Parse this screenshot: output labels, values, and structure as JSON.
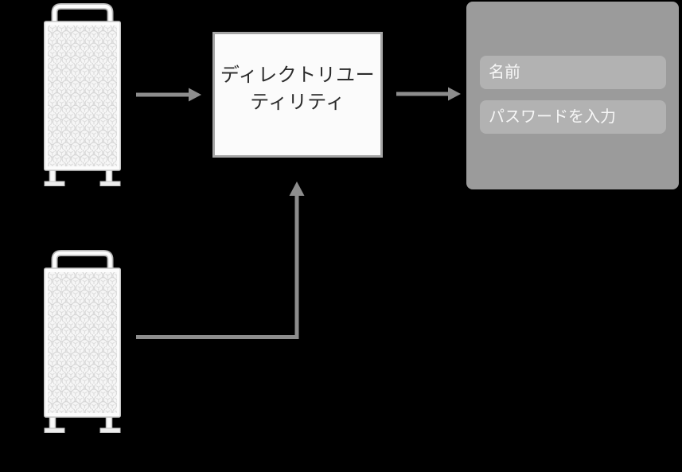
{
  "directory_utility": {
    "line1": "ディレクトリユー",
    "line2": "ティリティ"
  },
  "login_panel": {
    "name_placeholder": "名前",
    "password_placeholder": "パスワードを入力"
  },
  "icons": {
    "mac_pro_top": "mac-pro-tower-icon",
    "mac_pro_bottom": "mac-pro-tower-icon",
    "arrow_top": "arrow-right-icon",
    "arrow_to_panel": "arrow-right-icon",
    "arrow_elbow": "arrow-up-elbow-icon"
  },
  "colors": {
    "background": "#000000",
    "arrow": "#8d8d8d",
    "panel": "#9b9b9b",
    "field": "#b2b2b2",
    "field_text": "#f7f7f7",
    "box_fill": "#fbfbfb",
    "box_border": "#a5a5a5",
    "box_text": "#2b2b2b"
  }
}
